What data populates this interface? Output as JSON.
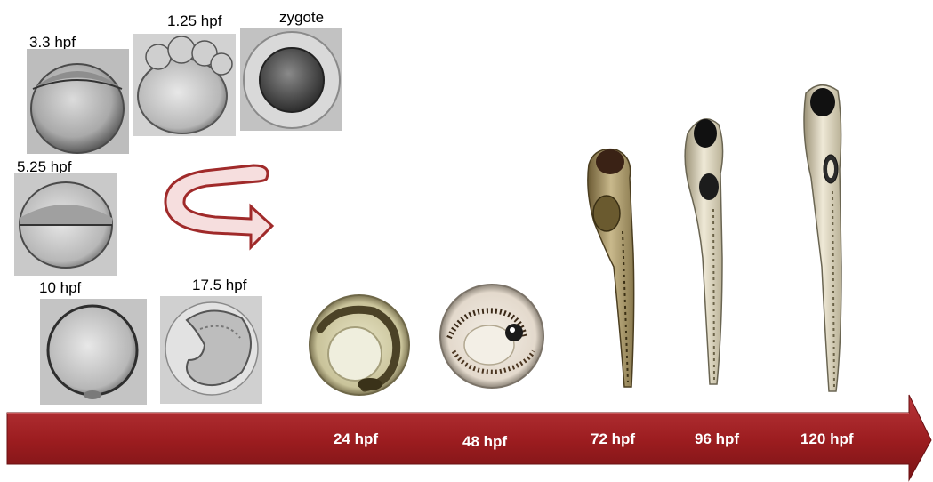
{
  "stages_early": {
    "s33": "3.3 hpf",
    "s125": "1.25 hpf",
    "zygote": "zygote",
    "s525": "5.25 hpf",
    "s10": "10 hpf",
    "s175": "17.5 hpf"
  },
  "timeline": {
    "labels": [
      "24 hpf",
      "48 hpf",
      "72 hpf",
      "96 hpf",
      "120 hpf"
    ]
  },
  "colors": {
    "arrow_red": "#9b1c1f",
    "curved_arrow_fill": "#f6dede",
    "curved_arrow_stroke": "#a02a2a"
  }
}
